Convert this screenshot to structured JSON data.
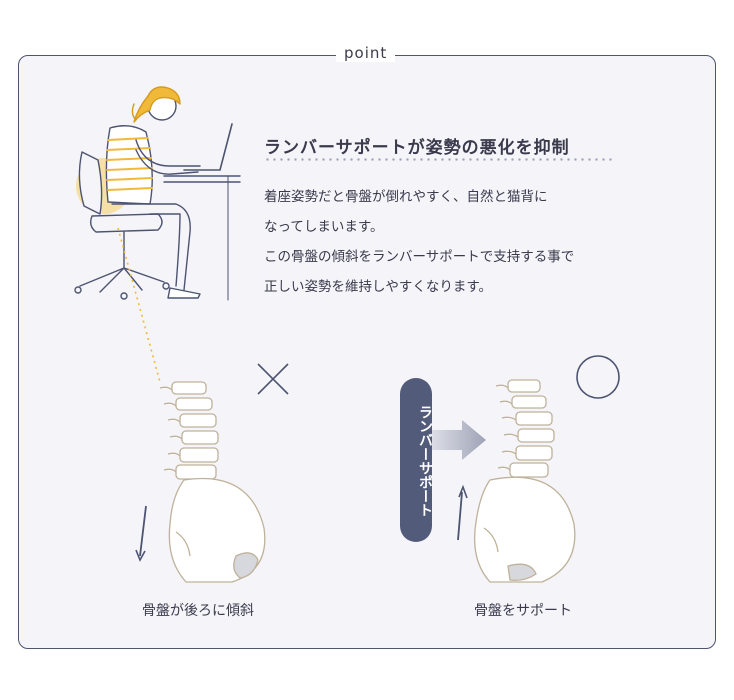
{
  "section_label": "point",
  "heading": "ランバーサポートが姿勢の悪化を抑制",
  "body_lines": [
    "着座姿勢だと骨盤が倒れやすく、自然と猫背に",
    "なってしまいます。",
    "この骨盤の傾斜をランバーサポートで支持する事で",
    "正しい姿勢を維持しやすくなります。"
  ],
  "lumbar_label": "ランバーサポート",
  "caption_left": "骨盤が後ろに傾斜",
  "caption_right": "骨盤をサポート",
  "colors": {
    "frame": "#4d5470",
    "panel_bg": "#f4f4f9",
    "accent_pill": "#535b7a",
    "hair": "#f0b93a",
    "highlight": "#f7d98a",
    "bone_outline": "#bfb29a"
  },
  "icons": {
    "bad": "cross-mark-icon",
    "good": "circle-mark-icon"
  }
}
